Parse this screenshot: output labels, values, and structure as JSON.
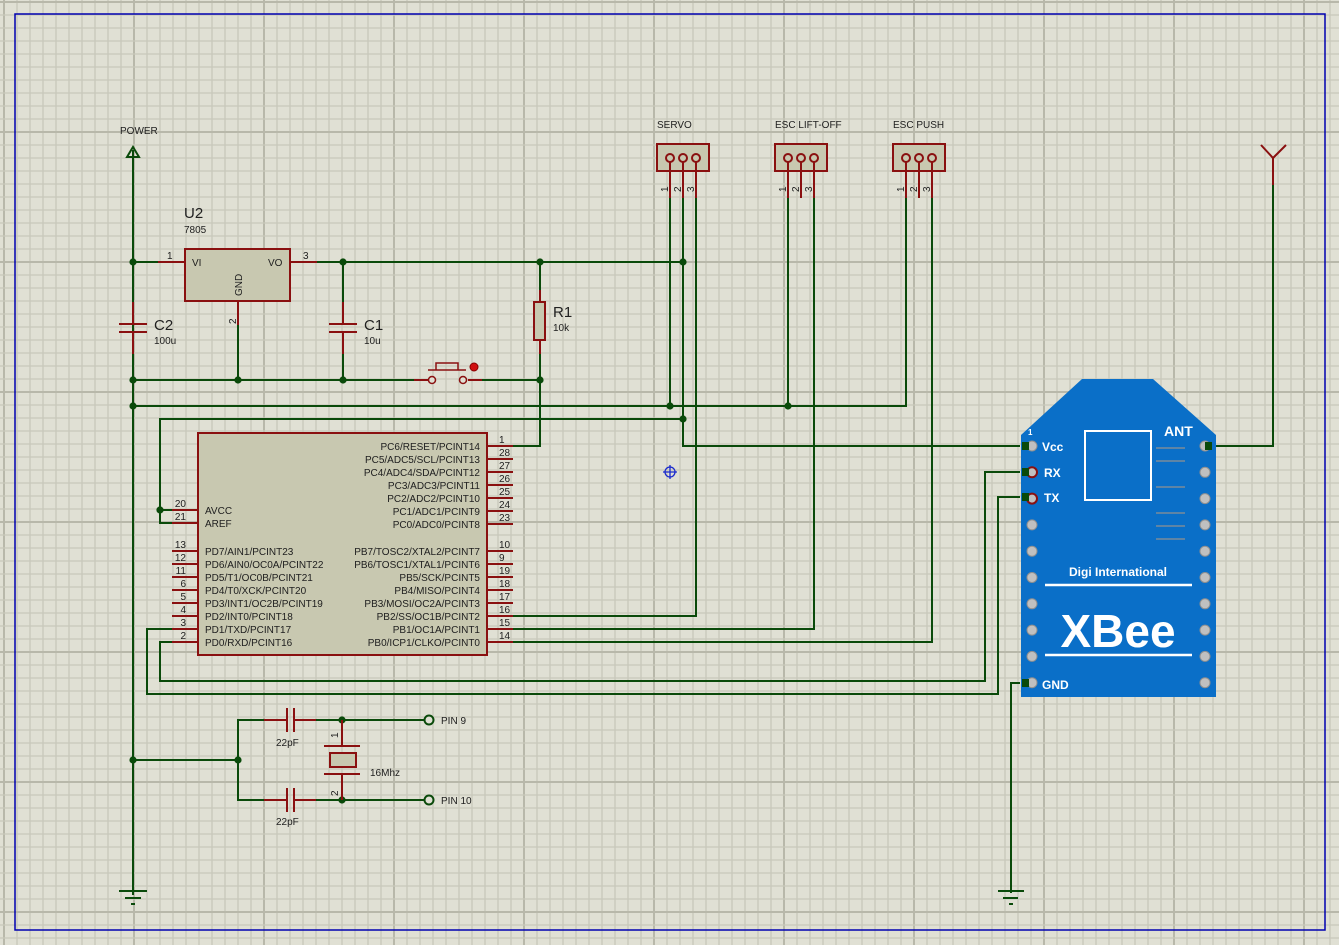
{
  "app": {
    "type": "schematic-capture",
    "sheet_grid": true
  },
  "power": {
    "label": "POWER"
  },
  "regulator": {
    "ref": "U2",
    "value": "7805",
    "pins": {
      "in": "VI",
      "out": "VO",
      "gnd": "GND",
      "in_num": "1",
      "out_num": "3",
      "gnd_num": "2"
    }
  },
  "c1": {
    "ref": "C1",
    "value": "10u"
  },
  "c2": {
    "ref": "C2",
    "value": "100u"
  },
  "r1": {
    "ref": "R1",
    "value": "10k"
  },
  "connectors": [
    {
      "label": "SERVO",
      "pins": [
        "1",
        "2",
        "3"
      ]
    },
    {
      "label": "ESC LIFT-OFF",
      "pins": [
        "1",
        "2",
        "3"
      ]
    },
    {
      "label": "ESC PUSH",
      "pins": [
        "1",
        "2",
        "3"
      ]
    }
  ],
  "mcu": {
    "left_top": [
      {
        "num": "20",
        "name": "AVCC"
      },
      {
        "num": "21",
        "name": "AREF"
      }
    ],
    "left_bottom": [
      {
        "num": "13",
        "name": "PD7/AIN1/PCINT23"
      },
      {
        "num": "12",
        "name": "PD6/AIN0/OC0A/PCINT22"
      },
      {
        "num": "11",
        "name": "PD5/T1/OC0B/PCINT21"
      },
      {
        "num": "6",
        "name": "PD4/T0/XCK/PCINT20"
      },
      {
        "num": "5",
        "name": "PD3/INT1/OC2B/PCINT19"
      },
      {
        "num": "4",
        "name": "PD2/INT0/PCINT18"
      },
      {
        "num": "3",
        "name": "PD1/TXD/PCINT17"
      },
      {
        "num": "2",
        "name": "PD0/RXD/PCINT16"
      }
    ],
    "right_top": [
      {
        "num": "1",
        "name": "PC6/RESET/PCINT14"
      },
      {
        "num": "28",
        "name": "PC5/ADC5/SCL/PCINT13"
      },
      {
        "num": "27",
        "name": "PC4/ADC4/SDA/PCINT12"
      },
      {
        "num": "26",
        "name": "PC3/ADC3/PCINT11"
      },
      {
        "num": "25",
        "name": "PC2/ADC2/PCINT10"
      },
      {
        "num": "24",
        "name": "PC1/ADC1/PCINT9"
      },
      {
        "num": "23",
        "name": "PC0/ADC0/PCINT8"
      }
    ],
    "right_bottom": [
      {
        "num": "10",
        "name": "PB7/TOSC2/XTAL2/PCINT7"
      },
      {
        "num": "9",
        "name": "PB6/TOSC1/XTAL1/PCINT6"
      },
      {
        "num": "19",
        "name": "PB5/SCK/PCINT5"
      },
      {
        "num": "18",
        "name": "PB4/MISO/PCINT4"
      },
      {
        "num": "17",
        "name": "PB3/MOSI/OC2A/PCINT3"
      },
      {
        "num": "16",
        "name": "PB2/SS/OC1B/PCINT2"
      },
      {
        "num": "15",
        "name": "PB1/OC1A/PCINT1"
      },
      {
        "num": "14",
        "name": "PB0/ICP1/CLKO/PCINT0"
      }
    ]
  },
  "crystal": {
    "value": "16Mhz",
    "pin1": "1",
    "pin2": "2",
    "cap_top": "22pF",
    "cap_bottom": "22pF",
    "term_top": "PIN 9",
    "term_bottom": "PIN 10"
  },
  "xbee": {
    "brand": "Digi International",
    "name": "XBee",
    "pin1_marker": "1",
    "vcc": "Vcc",
    "rx": "RX",
    "tx": "TX",
    "gnd": "GND",
    "ant": "ANT",
    "color": "#0a6fc8"
  },
  "colors": {
    "wire": "#0a4a0a",
    "pin": "#8a1010",
    "body": "#c8c8b0",
    "border": "#0000b0",
    "grid": "#c4c4b6"
  }
}
